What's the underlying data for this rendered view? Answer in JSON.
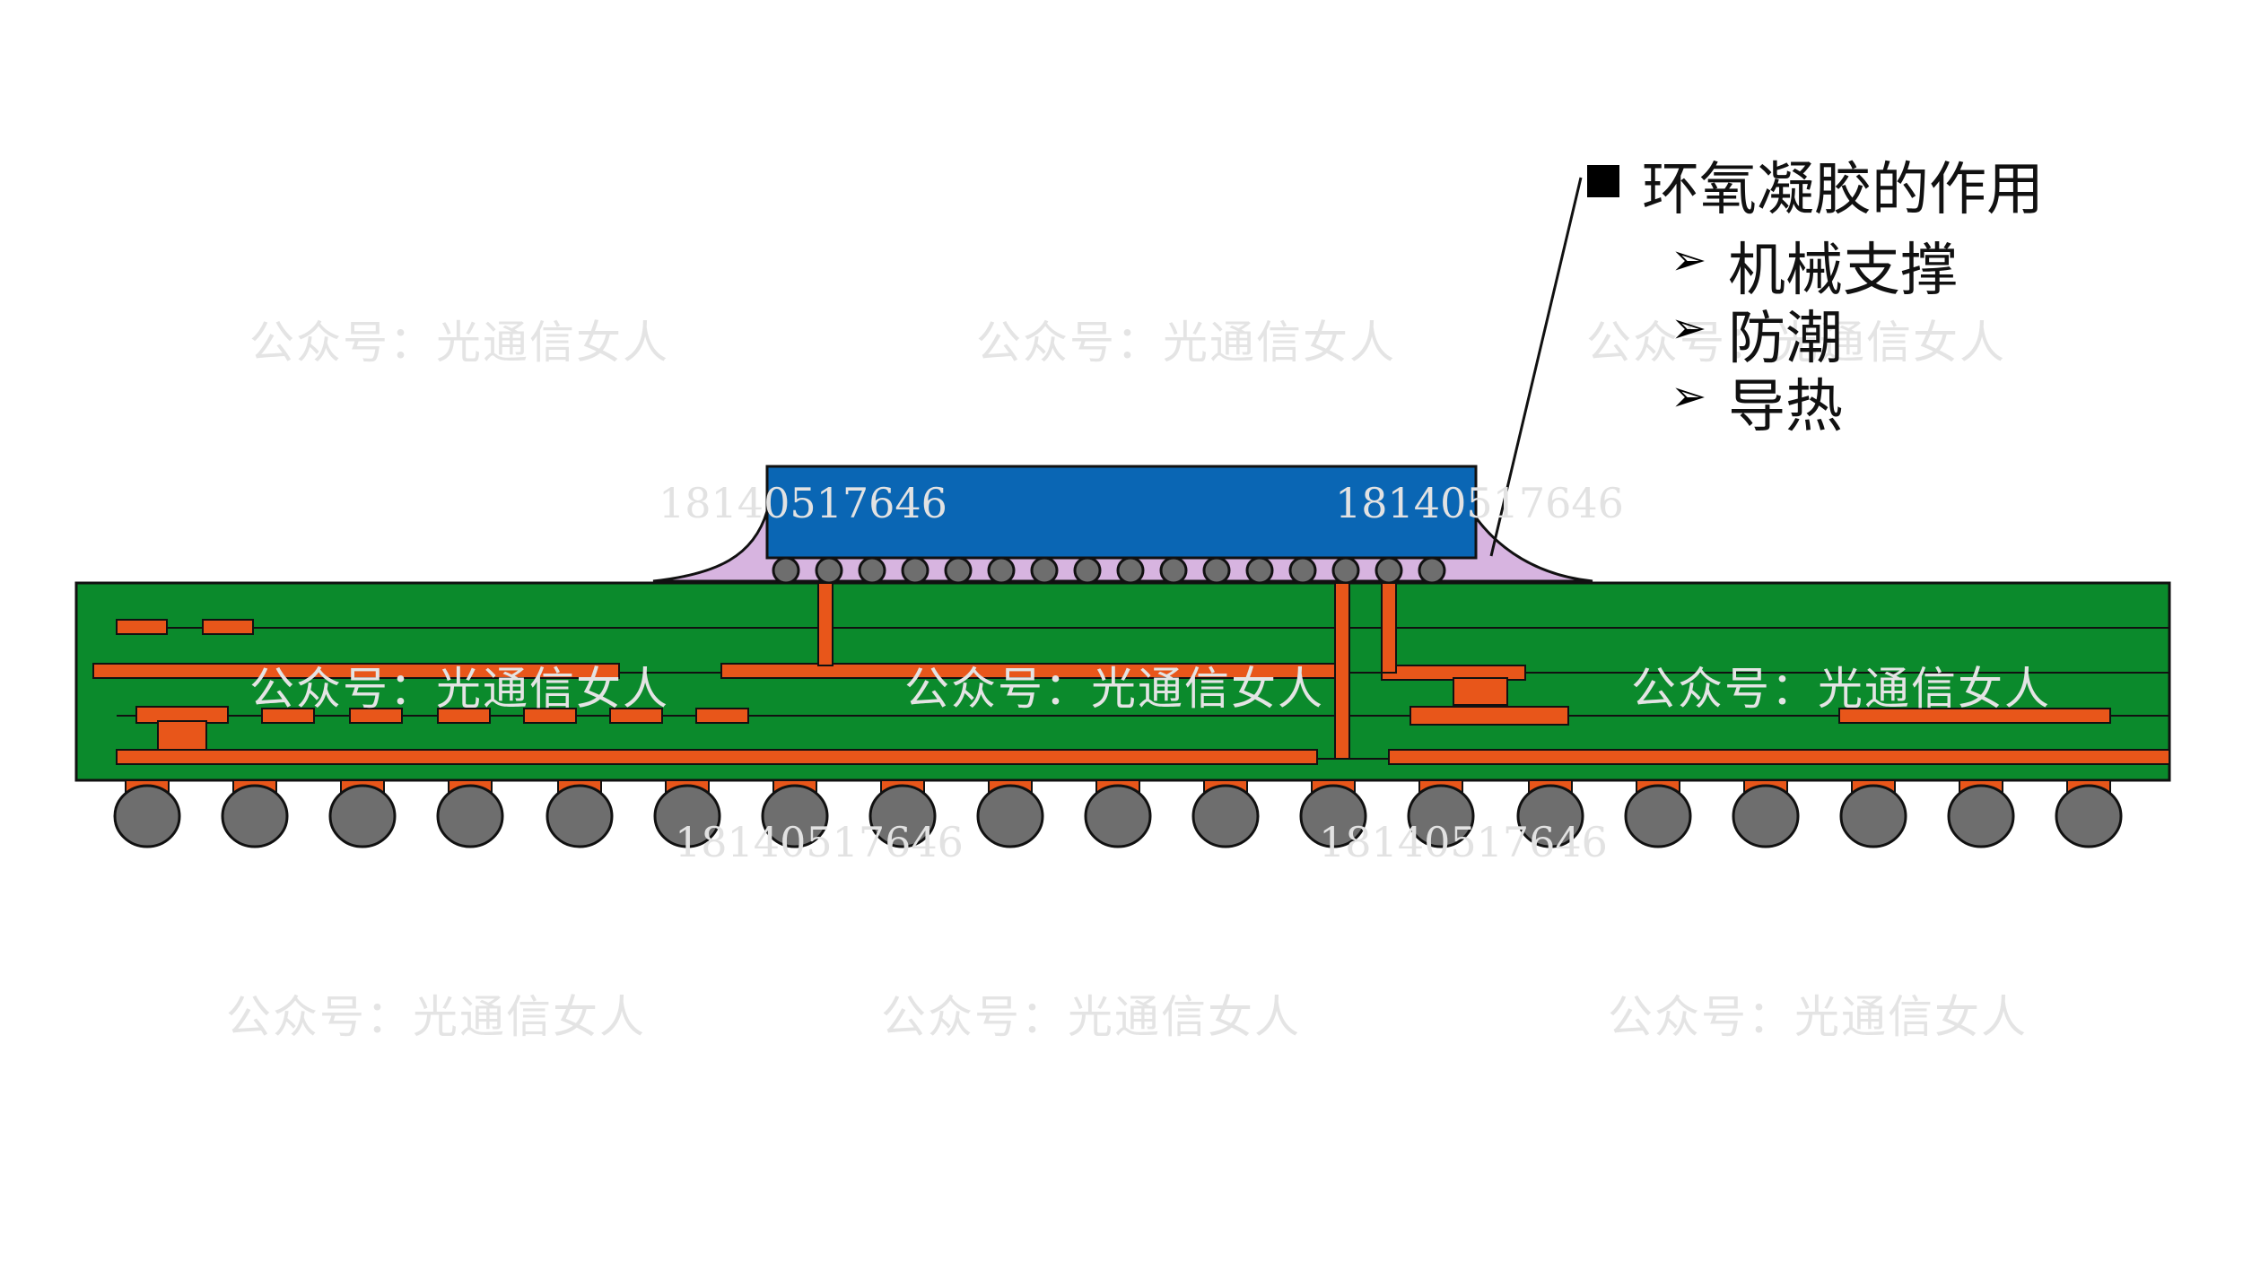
{
  "legend": {
    "title": "环氧凝胶的作用",
    "items": [
      "机械支撑",
      "防潮",
      "导热"
    ]
  },
  "watermarks": {
    "account": "公众号：光通信女人",
    "number": "18140517646"
  },
  "colors": {
    "substrate_green": "#0b8a2c",
    "copper_orange": "#e8561a",
    "die_blue": "#0a66b4",
    "underfill_lilac": "#d7b4e0",
    "solder_gray": "#6e6e6e",
    "outline": "#111111"
  },
  "icons": {
    "bullet": "black-square-icon",
    "sub_bullet": "arrowhead-icon"
  }
}
